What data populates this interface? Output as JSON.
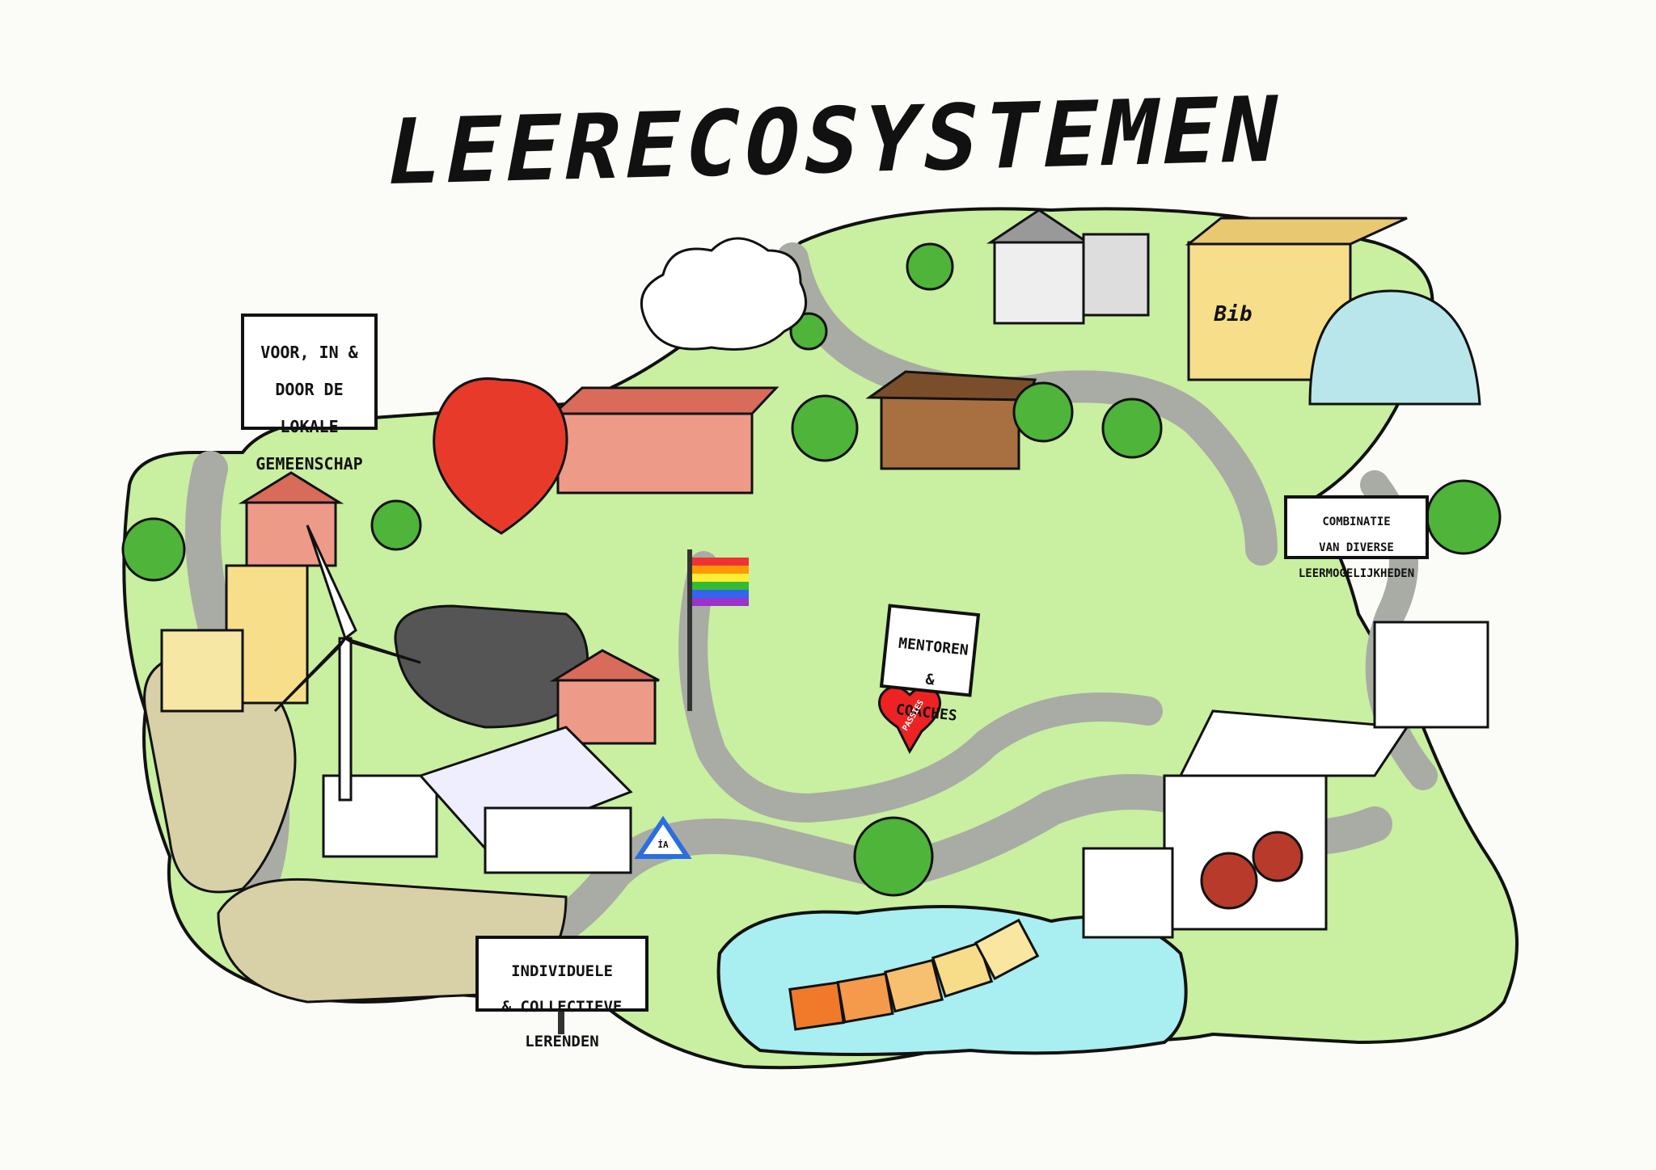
{
  "title": "LEERECOSYSTEMEN",
  "signs": {
    "voor_in_door": [
      "VOOR, IN &",
      "DOOR DE",
      "LOKALE",
      "GEMEENSCHAP"
    ],
    "combinatie": [
      "COMBINATIE",
      "VAN DIVERSE",
      "LEERMOGELIJKHEDEN"
    ],
    "mentoren": [
      "MENTOREN",
      "&",
      "COACHES"
    ],
    "individuele": [
      "INDIVIDUELE",
      "& COLLECTIEVE",
      "LERENDEN"
    ],
    "bib": "Bib",
    "passies": "PASSIES",
    "road_sign": "İA"
  },
  "colors": {
    "grass": "#a9e27a",
    "grass_light": "#c9efa0",
    "road": "#a9aba5",
    "path": "#d8d0a6",
    "water": "#a9eef0",
    "ink": "#111111",
    "tree": "#4fb43a"
  }
}
